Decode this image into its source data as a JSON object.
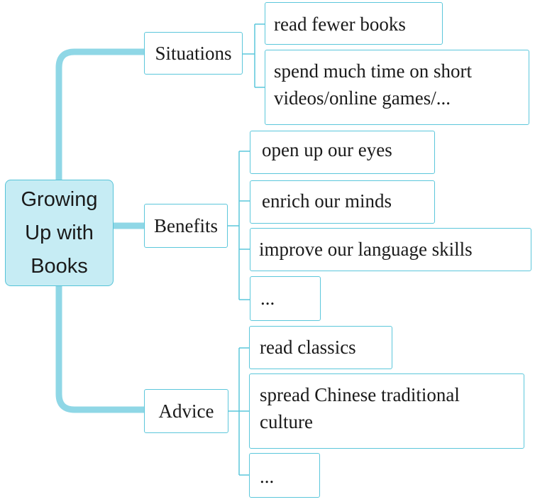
{
  "root": {
    "label": "Growing\nUp with\nBooks"
  },
  "branches": [
    {
      "label": "Situations",
      "leaves": [
        "read fewer books",
        "spend much time on short videos/online games/..."
      ]
    },
    {
      "label": "Benefits",
      "leaves": [
        "open up our eyes",
        "enrich our minds",
        "improve our language skills",
        "..."
      ]
    },
    {
      "label": "Advice",
      "leaves": [
        "read classics",
        "spread Chinese traditional culture",
        "..."
      ]
    }
  ],
  "colors": {
    "thick_connector": "#8fd7e6",
    "thin_connector": "#5cc7db",
    "box_border": "#5cc7db",
    "root_fill": "#c6ecf4"
  }
}
